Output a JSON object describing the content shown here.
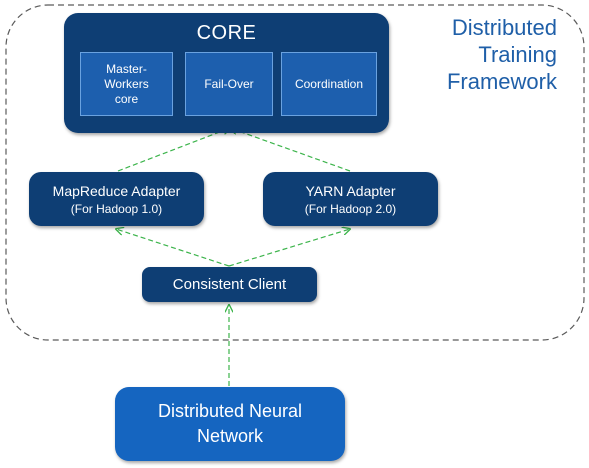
{
  "title": {
    "line1": "Distributed",
    "line2": "Training",
    "line3": "Framework"
  },
  "core": {
    "title": "CORE",
    "modules": [
      "Master-Workers core",
      "Fail-Over",
      "Coordination"
    ]
  },
  "adapters": {
    "mapreduce": {
      "title": "MapReduce Adapter",
      "subtitle": "(For Hadoop 1.0)"
    },
    "yarn": {
      "title": "YARN Adapter",
      "subtitle": "(For Hadoop 2.0)"
    }
  },
  "client": {
    "label": "Consistent Client"
  },
  "network": {
    "line1": "Distributed Neural",
    "line2": "Network"
  },
  "colors": {
    "dark_box": "#0e3e74",
    "module_box": "#1d5fae",
    "network_box": "#1565c0",
    "arrow": "#3cb44b",
    "title": "#1f5fa8"
  }
}
